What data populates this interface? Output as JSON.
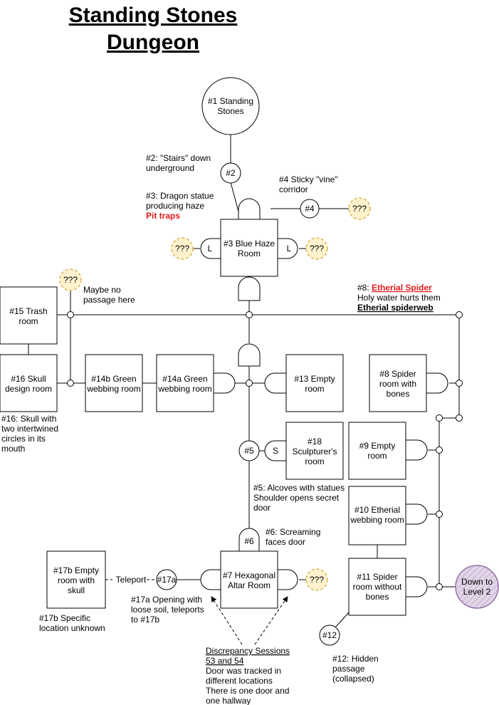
{
  "title": [
    "Standing Stones",
    "Dungeon"
  ],
  "nodes": {
    "n1": [
      "#1 Standing",
      "Stones"
    ],
    "n2": "#2",
    "n3": [
      "#3 Blue Haze",
      "Room"
    ],
    "n4": "#4",
    "n5": "#5",
    "n6": "#6",
    "n8": [
      "#8 Spider",
      "room with",
      "bones"
    ],
    "n9": [
      "#9 Empty",
      "room"
    ],
    "n10": [
      "#10 Etherial",
      "webbing room"
    ],
    "n11": [
      "#11 Spider",
      "room without",
      "bones"
    ],
    "n12": "#12",
    "n13": [
      "#13 Empty",
      "room"
    ],
    "n14a": [
      "#14a Green",
      "webbing room"
    ],
    "n14b": [
      "#14b Green",
      "webbing room"
    ],
    "n15": [
      "#15 Trash",
      "room"
    ],
    "n16": [
      "#16 Skull",
      "design room"
    ],
    "n7": [
      "#7 Hexagonal",
      "Altar Room"
    ],
    "n17a": "#17a",
    "n17b": [
      "#17b Empty",
      "room with",
      "skull"
    ],
    "n18": [
      "#18",
      "Sculpturer's",
      "room"
    ],
    "down": [
      "Down to",
      "Level 2"
    ],
    "unknown": "???"
  },
  "door_labels": {
    "L": "L",
    "S": "S"
  },
  "edge_labels": {
    "teleport": "Teleport"
  },
  "notes": {
    "n2": [
      "#2: \"Stairs\" down",
      "underground"
    ],
    "n3": [
      "#3: Dragon statue",
      "producing haze"
    ],
    "n3_red": "Pit traps",
    "n4": [
      "#4 Sticky \"vine\"",
      "corridor"
    ],
    "maybe": [
      "Maybe no",
      "passage here"
    ],
    "n8_prefix": "#8: ",
    "n8_red": "Etherial Spider",
    "n8_line2": "Holy water hurts them",
    "n8_line3": "Etherial spiderweb",
    "n16": [
      "#16: Skull with",
      "two intertwined",
      "circles in its",
      "mouth"
    ],
    "n5": [
      "#5: Alcoves with statues",
      "Shoulder opens secret",
      "door"
    ],
    "n6": [
      "#6: Screaming",
      "faces door"
    ],
    "n17a": [
      "#17a Opening with",
      "loose soil, teleports",
      "to #17b"
    ],
    "n17b": [
      "#17b Specific",
      "location unknown"
    ],
    "discrepancy_title": [
      "Discrepancy Sessions",
      "53 and 54"
    ],
    "discrepancy": [
      "Door was tracked in",
      "different locations",
      "There is one door and",
      "one hallway"
    ],
    "n12": [
      "#12: Hidden",
      "passage",
      "(collapsed)"
    ]
  },
  "colors": {
    "unknown_fill": "#fff2cc",
    "unknown_stroke": "#d6b656",
    "down_fill": "#e1d5e7",
    "down_stroke": "#9673a6",
    "warning": "#e21b1b"
  }
}
